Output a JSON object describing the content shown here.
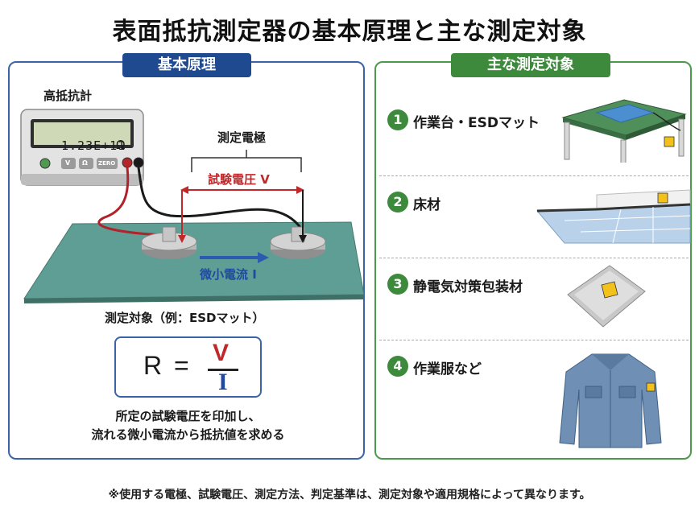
{
  "title": "表面抵抗測定器の基本原理と主な測定対象",
  "left_panel": {
    "header": "基本原理",
    "meter_label": "高抵抗計",
    "meter_display": "1.23E+11",
    "meter_unit": "Ω",
    "meter_buttons": [
      "V",
      "Ω",
      "ZERO"
    ],
    "electrode_label": "測定電極",
    "voltage_label": "試験電圧 V",
    "current_label": "微小電流 I",
    "target_label": "測定対象（例：ESDマット）",
    "formula": {
      "lhs": "R",
      "eq": "=",
      "numerator": "V",
      "denominator": "I"
    },
    "description": [
      "所定の試験電圧を印加し、",
      "流れる微小電流から抵抗値を求める"
    ]
  },
  "right_panel": {
    "header": "主な測定対象",
    "items": [
      {
        "num": "1",
        "label": "作業台・ESDマット"
      },
      {
        "num": "2",
        "label": "床材"
      },
      {
        "num": "3",
        "label": "静電気対策包装材"
      },
      {
        "num": "4",
        "label": "作業服など"
      }
    ]
  },
  "footnote": "※使用する電極、試験電圧、測定方法、判定基準は、測定対象や適用規格によって異なります。",
  "colors": {
    "blue": "#1f4a8f",
    "green": "#3d8a3d",
    "red": "#c0282a",
    "mat": "#5f9e94"
  }
}
